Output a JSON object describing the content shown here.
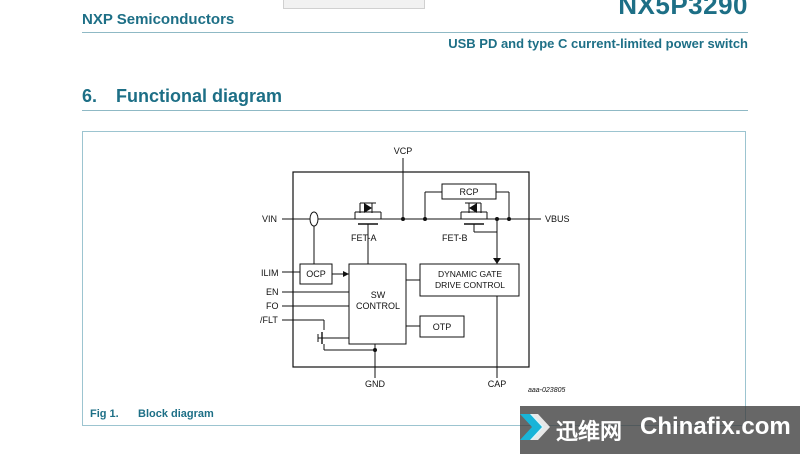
{
  "header": {
    "browser_fragment": "",
    "company": "NXP Semiconductors",
    "part_number": "NX5P3290",
    "subtitle": "USB PD and type C current-limited power switch"
  },
  "section": {
    "number": "6.",
    "title": "Functional diagram"
  },
  "figure": {
    "number": "Fig 1.",
    "caption": "Block diagram",
    "code": "aaa-023805"
  },
  "diagram": {
    "pins": {
      "vcp": "VCP",
      "vin": "VIN",
      "vbus": "VBUS",
      "ilim": "ILIM",
      "en": "EN",
      "fo": "FO",
      "flt": "/FLT",
      "gnd": "GND",
      "cap": "CAP"
    },
    "blocks": {
      "ocp": "OCP",
      "sw_control_1": "SW",
      "sw_control_2": "CONTROL",
      "dgdc_1": "DYNAMIC GATE",
      "dgdc_2": "DRIVE CONTROL",
      "otp": "OTP",
      "rcp": "RCP"
    },
    "fets": {
      "fet_a": "FET-A",
      "fet_b": "FET-B"
    }
  },
  "watermark": {
    "cn": "迅维网",
    "en": "Chinafix.com"
  },
  "colors": {
    "brand": "#1d6f86",
    "rule": "#8fb9c5"
  }
}
